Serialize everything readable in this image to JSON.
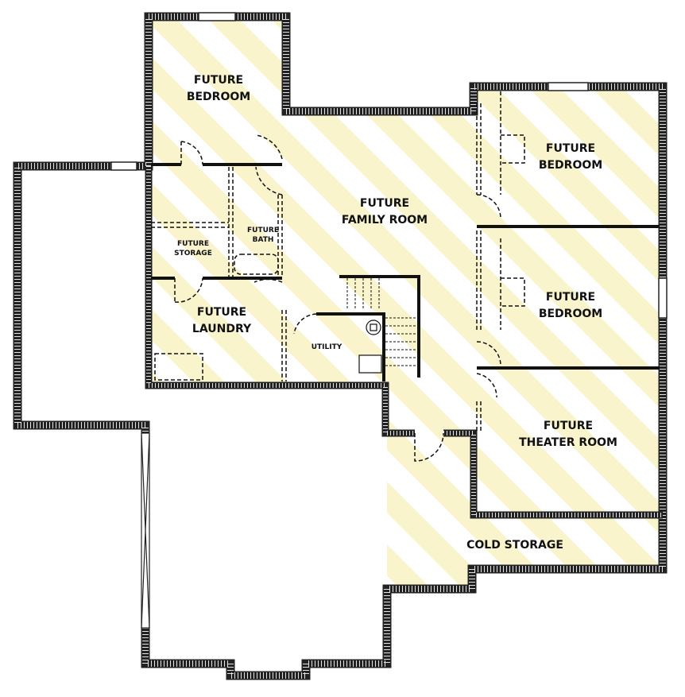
{
  "colors": {
    "stripe": "#faf4cc",
    "wall_fill": "#e6e6e6",
    "wall_line": "#222222"
  },
  "rooms": {
    "bedroom_top_left": [
      "FUTURE",
      "BEDROOM"
    ],
    "family_room": [
      "FUTURE",
      "FAMILY ROOM"
    ],
    "bedroom_right_top": [
      "FUTURE",
      "BEDROOM"
    ],
    "bedroom_right_mid": [
      "FUTURE",
      "BEDROOM"
    ],
    "theater": [
      "FUTURE",
      "THEATER ROOM"
    ],
    "storage": [
      "FUTURE",
      "STORAGE"
    ],
    "bath": [
      "FUTURE",
      "BATH"
    ],
    "laundry": [
      "FUTURE",
      "LAUNDRY"
    ],
    "utility": "UTILITY",
    "cold_storage": "COLD STORAGE"
  }
}
